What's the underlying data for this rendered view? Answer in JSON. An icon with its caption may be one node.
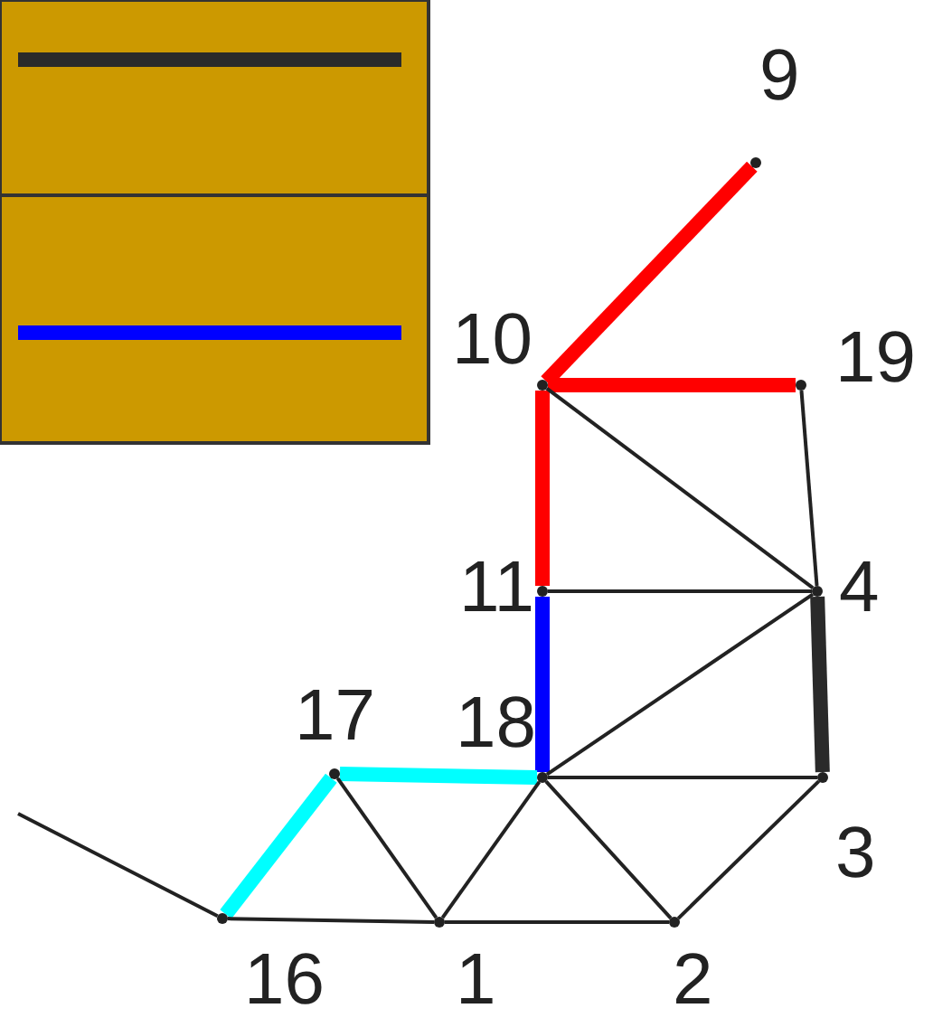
{
  "diagram": {
    "nodes": [
      {
        "text": [],
        "shape": "point",
        "beside": [
          "9"
        ]
      },
      {
        "text": [],
        "shape": "point",
        "beside": [
          "10"
        ]
      },
      {
        "text": [],
        "shape": "point",
        "beside": [
          "19"
        ]
      },
      {
        "text": [],
        "shape": "point",
        "beside": [
          "11"
        ]
      },
      {
        "text": [],
        "shape": "point",
        "beside": [
          "4"
        ]
      },
      {
        "text": [],
        "shape": "point",
        "beside": [
          "17"
        ]
      },
      {
        "text": [],
        "shape": "point",
        "beside": [
          "18"
        ]
      },
      {
        "text": [],
        "shape": "point",
        "beside": [
          "3"
        ]
      },
      {
        "text": [],
        "shape": "point",
        "beside": [
          "16"
        ]
      },
      {
        "text": [],
        "shape": "point",
        "beside": [
          "1"
        ]
      },
      {
        "text": [],
        "shape": "point",
        "beside": [
          "2"
        ]
      }
    ],
    "edges": [
      {
        "from": 0,
        "to": 1,
        "arrow": "none",
        "style": "thick",
        "color": "#ff0000"
      },
      {
        "from": 1,
        "to": 2,
        "arrow": "none",
        "style": "thick",
        "color": "#ff0000"
      },
      {
        "from": 1,
        "to": 3,
        "arrow": "none",
        "style": "thick",
        "color": "#ff0000"
      },
      {
        "from": 3,
        "to": 6,
        "arrow": "none",
        "style": "thick",
        "color": "#0000ff"
      },
      {
        "from": 6,
        "to": 5,
        "arrow": "none",
        "style": "thick",
        "color": "#00ffff"
      },
      {
        "from": 5,
        "to": 8,
        "arrow": "none",
        "style": "thick",
        "color": "#00ffff"
      },
      {
        "from": 2,
        "to": 4,
        "arrow": "none"
      },
      {
        "from": 1,
        "to": 4,
        "arrow": "none"
      },
      {
        "from": 3,
        "to": 4,
        "arrow": "none"
      },
      {
        "from": 6,
        "to": 4,
        "arrow": "none"
      },
      {
        "from": 4,
        "to": 7,
        "arrow": "none",
        "style": "thick"
      },
      {
        "from": 6,
        "to": 7,
        "arrow": "none"
      },
      {
        "from": 7,
        "to": 10,
        "arrow": "none"
      },
      {
        "from": 8,
        "to": 9,
        "arrow": "none"
      },
      {
        "from": 9,
        "to": 10,
        "arrow": "none"
      },
      {
        "from": 5,
        "to": 9,
        "arrow": "none"
      },
      {
        "from": 6,
        "to": 9,
        "arrow": "none"
      },
      {
        "from": 6,
        "to": 10,
        "arrow": "none"
      },
      {
        "from": null,
        "to": 8,
        "arrow": "none"
      }
    ]
  }
}
